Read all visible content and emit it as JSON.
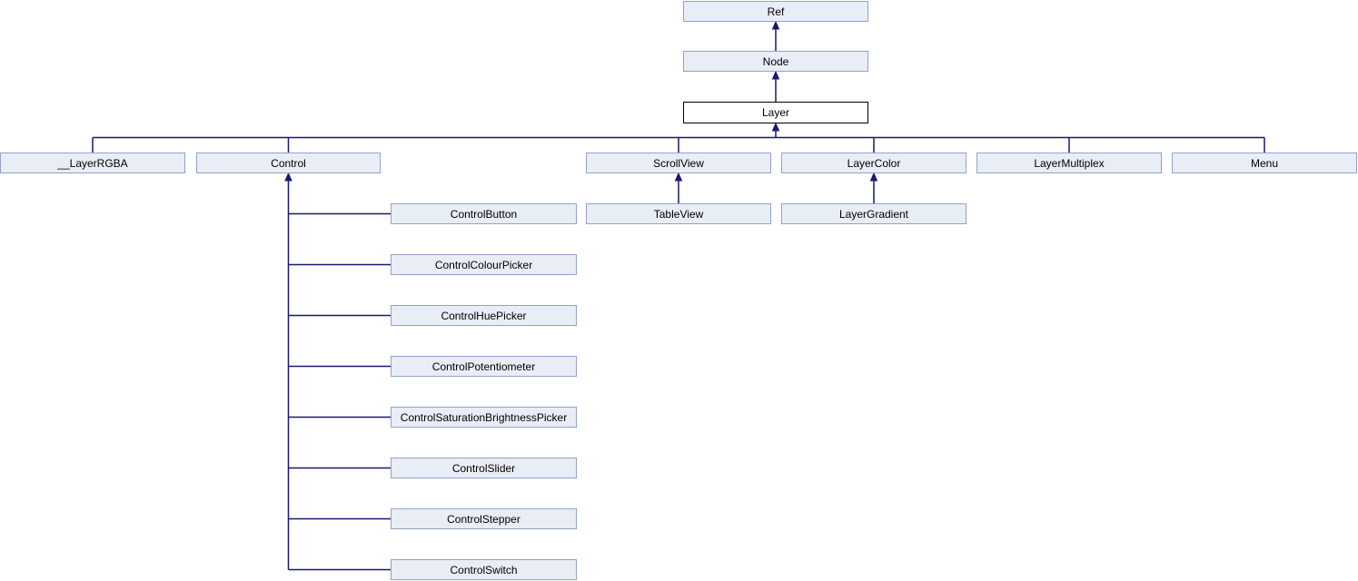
{
  "diagram": {
    "type": "class-inheritance-graph",
    "current_class": "Layer",
    "classes": {
      "ref": "Ref",
      "node": "Node",
      "layer": "Layer",
      "layer_rgba": "__LayerRGBA",
      "control": "Control",
      "scroll_view": "ScrollView",
      "layer_color": "LayerColor",
      "layer_multiplex": "LayerMultiplex",
      "menu": "Menu",
      "table_view": "TableView",
      "layer_gradient": "LayerGradient",
      "control_button": "ControlButton",
      "control_colour_picker": "ControlColourPicker",
      "control_hue_picker": "ControlHuePicker",
      "control_potentiometer": "ControlPotentiometer",
      "control_saturation_brightness_picker": "ControlSaturationBrightnessPicker",
      "control_slider": "ControlSlider",
      "control_stepper": "ControlStepper",
      "control_switch": "ControlSwitch"
    },
    "edges": [
      {
        "from": "Node",
        "to": "Ref"
      },
      {
        "from": "Layer",
        "to": "Node"
      },
      {
        "from": "__LayerRGBA",
        "to": "Layer"
      },
      {
        "from": "Control",
        "to": "Layer"
      },
      {
        "from": "ScrollView",
        "to": "Layer"
      },
      {
        "from": "LayerColor",
        "to": "Layer"
      },
      {
        "from": "LayerMultiplex",
        "to": "Layer"
      },
      {
        "from": "Menu",
        "to": "Layer"
      },
      {
        "from": "TableView",
        "to": "ScrollView"
      },
      {
        "from": "LayerGradient",
        "to": "LayerColor"
      },
      {
        "from": "ControlButton",
        "to": "Control"
      },
      {
        "from": "ControlColourPicker",
        "to": "Control"
      },
      {
        "from": "ControlHuePicker",
        "to": "Control"
      },
      {
        "from": "ControlPotentiometer",
        "to": "Control"
      },
      {
        "from": "ControlSaturationBrightnessPicker",
        "to": "Control"
      },
      {
        "from": "ControlSlider",
        "to": "Control"
      },
      {
        "from": "ControlStepper",
        "to": "Control"
      },
      {
        "from": "ControlSwitch",
        "to": "Control"
      }
    ],
    "colors": {
      "node_fill": "#E9EDF6",
      "node_border": "#94A2C9",
      "current_fill": "#FFFFFF",
      "current_border": "#000000",
      "edge_color": "#191970",
      "text_color": "#000000"
    }
  }
}
